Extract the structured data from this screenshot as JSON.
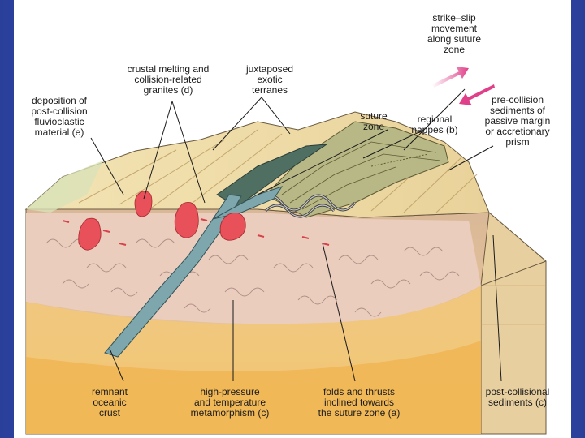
{
  "labels": {
    "strike_slip": [
      "strike–slip",
      "movement",
      "along suture",
      "zone"
    ],
    "crustal_melting": [
      "crustal melting and",
      "collision-related",
      "granites (d)"
    ],
    "juxtaposed": [
      "juxtaposed",
      "exotic",
      "terranes"
    ],
    "deposition": [
      "deposition of",
      "post-collision",
      "fluvioclastic",
      "material (e)"
    ],
    "suture_zone": [
      "suture",
      "zone"
    ],
    "regional_nappes": [
      "regional",
      "nappes (b)"
    ],
    "pre_collision": [
      "pre-collision",
      "sediments of",
      "passive margin",
      "or accretionary",
      "prism"
    ],
    "remnant": [
      "remnant",
      "oceanic",
      "crust"
    ],
    "high_pressure": [
      "high-pressure",
      "and temperature",
      "metamorphism (c)"
    ],
    "folds_thrusts": [
      "folds and thrusts",
      "inclined towards",
      "the suture zone (a)"
    ],
    "post_collisional": [
      "post-collisional",
      "sediments (c)"
    ]
  },
  "colors": {
    "background_blue": "#3550b0",
    "sediment_tan": "#e8c98a",
    "basement_pink": "#e9c9b8",
    "granite_red": "#e8505a",
    "oceanic_teal": "#6f9ea6",
    "nappe_olive": "#a7ad78"
  }
}
